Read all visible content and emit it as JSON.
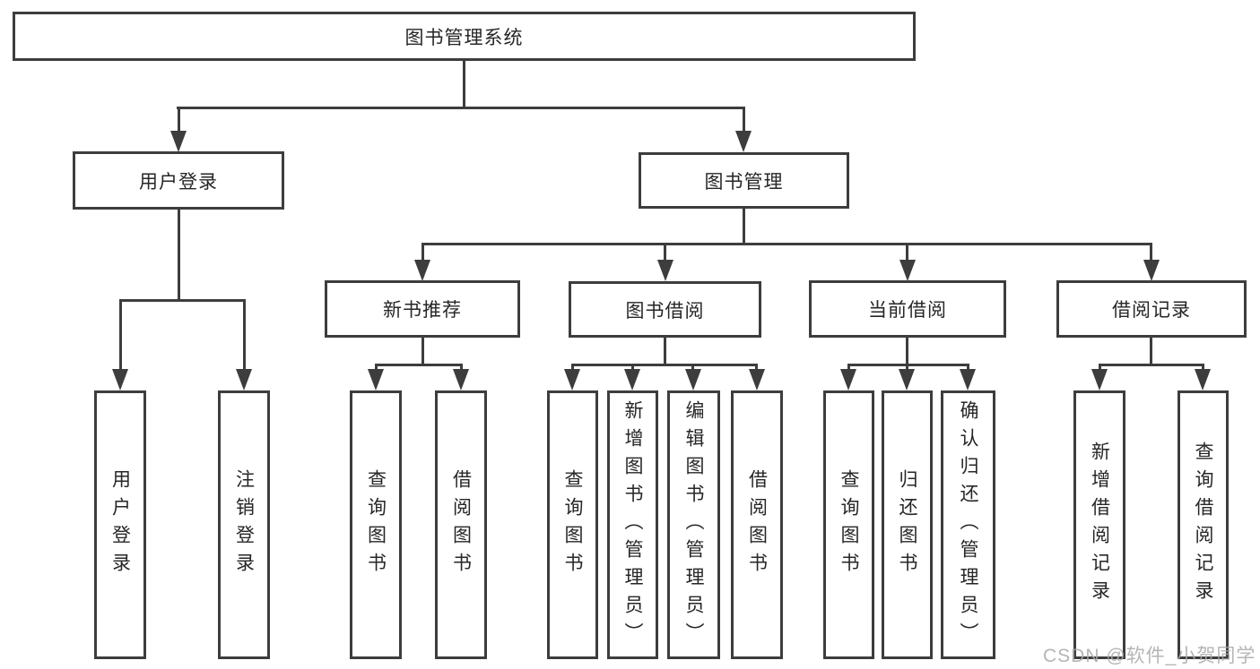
{
  "diagram": {
    "type": "hierarchy-tree",
    "root": {
      "label": "图书管理系统"
    },
    "branches": [
      {
        "label": "用户登录",
        "children": [
          {
            "label": "用户登录"
          },
          {
            "label": "注销登录"
          }
        ]
      },
      {
        "label": "图书管理",
        "children": [
          {
            "label": "新书推荐",
            "children": [
              {
                "label": "查询图书"
              },
              {
                "label": "借阅图书"
              }
            ]
          },
          {
            "label": "图书借阅",
            "children": [
              {
                "label": "查询图书"
              },
              {
                "label": "新增图书（管理员）"
              },
              {
                "label": "编辑图书（管理员）"
              },
              {
                "label": "借阅图书"
              }
            ]
          },
          {
            "label": "当前借阅",
            "children": [
              {
                "label": "查询图书"
              },
              {
                "label": "归还图书"
              },
              {
                "label": "确认归还（管理员）"
              }
            ]
          },
          {
            "label": "借阅记录",
            "children": [
              {
                "label": "新增借阅记录"
              },
              {
                "label": "查询借阅记录"
              }
            ]
          }
        ]
      }
    ],
    "watermark": "CSDN @软件_小贺同学",
    "colors": {
      "line": "#3d3d3d",
      "text": "#262626",
      "background": "#ffffff",
      "watermark": "#a8a8a8"
    }
  }
}
